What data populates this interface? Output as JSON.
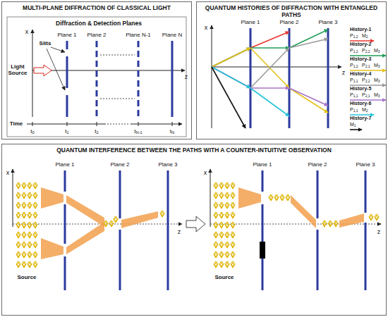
{
  "diagram": {
    "nodes": [
      {
        "text": [
          "MULTI-PLANE DIFFRACTION OF CLASSICAL LIGHT"
        ]
      },
      {
        "text": [
          "QUANTUM HISTORIES OF DIFFRACTION WITH ENTANGLED PATHS"
        ]
      },
      {
        "text": [
          "QUANTUM INTERFERENCE BETWEEN THE PATHS WITH A COUNTER-INTUITIVE OBSERVATION"
        ]
      }
    ],
    "labels": [
      "Diffraction & Detection Planes",
      "x",
      "Slits",
      "Plane 1",
      "Plane 2",
      "Plane N-1",
      "Plane N",
      "Light Source",
      "z",
      "Time",
      "t0",
      "t1",
      "t2",
      "tN-1",
      "tN",
      "x",
      "Plane 1",
      "Plane 2",
      "Plane 3",
      "z",
      "History-1",
      "P1,2",
      "M2",
      "History-2",
      "P1,2",
      "P2,2",
      "M3",
      "History-3",
      "P1,2",
      "P2,1",
      "M3",
      "History-4",
      "P1,1",
      "P2,2",
      "M3",
      "History-5",
      "P1,1",
      "P2,1",
      "M3",
      "History-6",
      "P1,1",
      "M2",
      "History-7",
      "M1",
      "x",
      "Plane 1",
      "Plane 2",
      "Plane 3",
      "Source",
      "z",
      "x",
      "Plane 1",
      "Plane 2",
      "Plane 3",
      "Source",
      "z"
    ]
  }
}
